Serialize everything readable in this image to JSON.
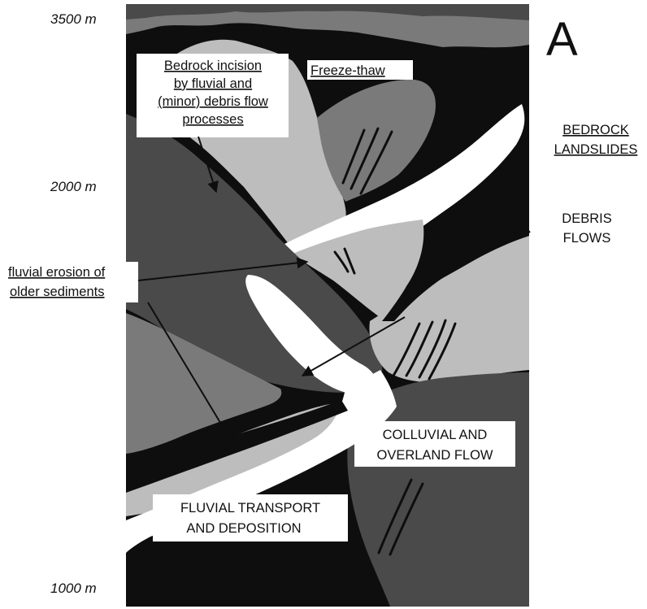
{
  "panel_letter": "A",
  "elevation_labels": [
    "3500 m",
    "2000 m",
    "1000 m"
  ],
  "labels": {
    "bedrock_incision": [
      "Bedrock incision",
      "by fluvial and",
      "(minor) debris flow",
      "processes"
    ],
    "freeze_thaw": "Freeze-thaw",
    "bedrock_landslides": [
      "BEDROCK",
      "LANDSLIDES"
    ],
    "debris_flows": [
      "DEBRIS",
      "FLOWS"
    ],
    "fluvial_erosion": [
      "fluvial erosion of",
      "older sediments"
    ],
    "colluvial": [
      "COLLUVIAL AND",
      "OVERLAND FLOW"
    ],
    "fluvial_transport": [
      "FLUVIAL TRANSPORT",
      "AND DEPOSITION"
    ]
  },
  "colors": {
    "black": "#0e0e0e",
    "dark_gray": "#4a4a4a",
    "mid_gray": "#7a7a7a",
    "light_gray": "#bdbdbd",
    "white": "#ffffff"
  }
}
